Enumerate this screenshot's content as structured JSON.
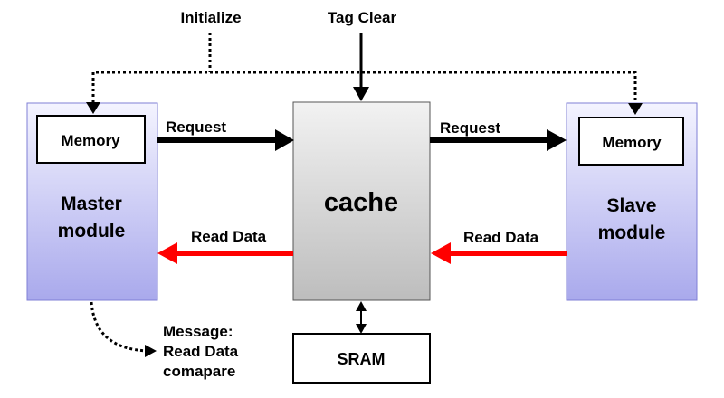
{
  "labels": {
    "initialize": "Initialize",
    "tag_clear": "Tag Clear",
    "master_memory": "Memory",
    "master_module": [
      "Master",
      "module"
    ],
    "request_left": "Request",
    "read_data_left": "Read Data",
    "cache": "cache",
    "request_right": "Request",
    "read_data_right": "Read Data",
    "slave_memory": "Memory",
    "slave_module": [
      "Slave",
      "module"
    ],
    "sram": "SRAM",
    "message": [
      "Message:",
      "Read Data",
      "comapare"
    ]
  },
  "colors": {
    "module_fill_top": "#f4f4ff",
    "module_fill_bottom": "#a9a9ec",
    "module_border": "#7f7fd6",
    "cache_fill_top": "#f2f2f2",
    "cache_fill_bottom": "#bdbdbd",
    "request_arrow": "#000000",
    "read_data_arrow": "#ff0000"
  }
}
